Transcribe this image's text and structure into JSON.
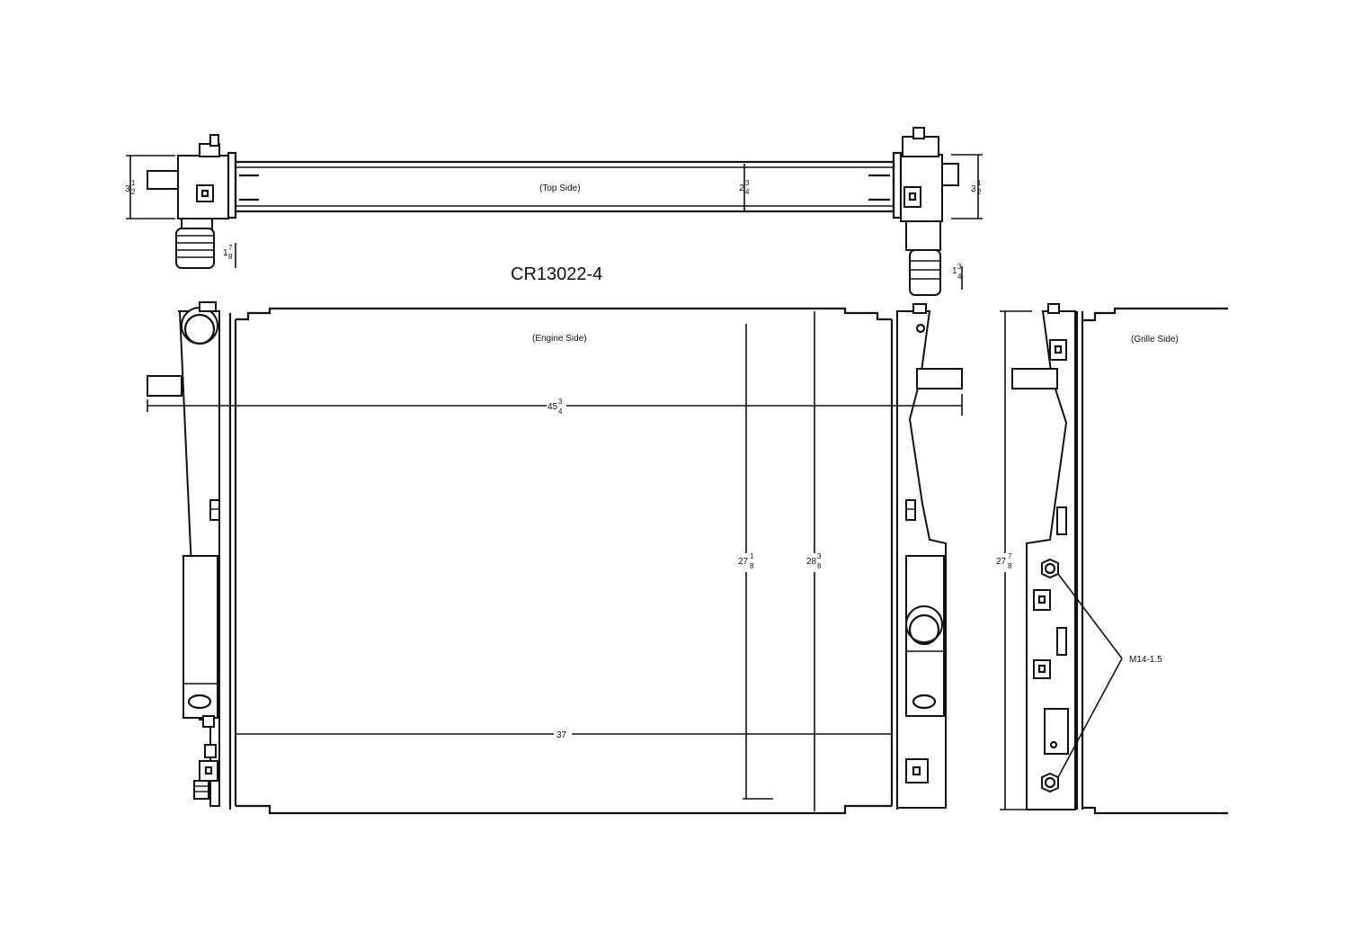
{
  "part_number": "CR13022-4",
  "views": {
    "top": "(Top Side)",
    "engine": "(Engine Side)",
    "grille": "(Grille Side)"
  },
  "dims": {
    "top_left_height": {
      "whole": "3",
      "num": "1",
      "den": "2"
    },
    "top_right_height": {
      "whole": "3",
      "num": "1",
      "den": "2"
    },
    "core_thickness": {
      "whole": "2",
      "num": "3",
      "den": "4"
    },
    "inlet_left": {
      "whole": "1",
      "num": "7",
      "den": "8"
    },
    "outlet_right": {
      "whole": "1",
      "num": "3",
      "den": "4"
    },
    "overall_width": {
      "whole": "45",
      "num": "3",
      "den": "4"
    },
    "core_width": {
      "whole": "37",
      "num": "",
      "den": ""
    },
    "core_height": {
      "whole": "27",
      "num": "1",
      "den": "8"
    },
    "overall_height": {
      "whole": "28",
      "num": "3",
      "den": "8"
    },
    "grille_height": {
      "whole": "27",
      "num": "7",
      "den": "8"
    }
  },
  "callouts": {
    "thread": "M14-1.5"
  }
}
